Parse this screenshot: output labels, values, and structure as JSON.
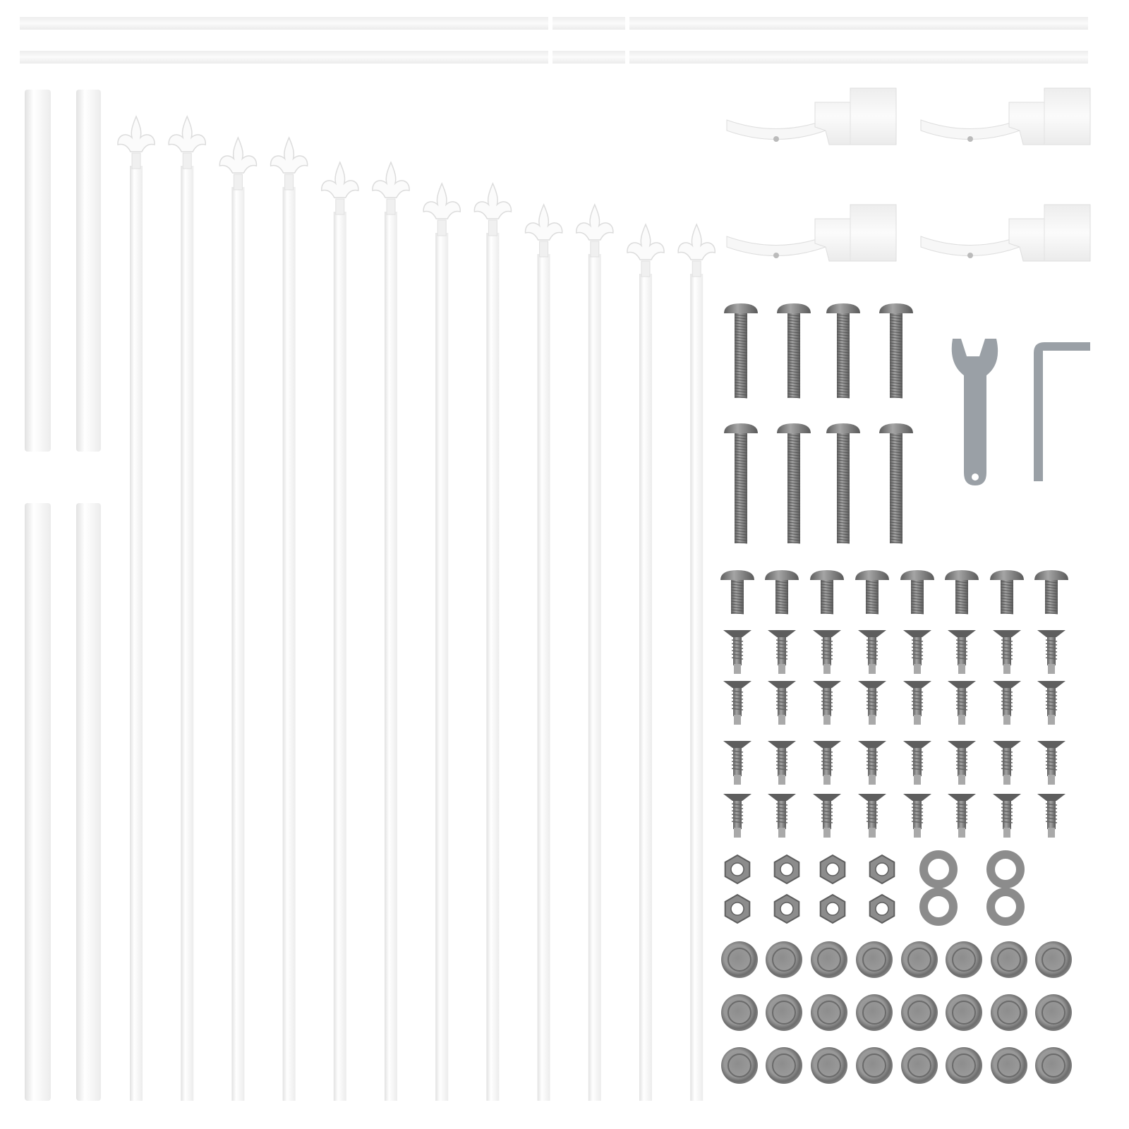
{
  "colors": {
    "background": "#ffffff",
    "white_part": "#fafafa",
    "white_shade": "#e4e4e4",
    "metal": "#8c8c8c",
    "metal_dark": "#5e5e5e",
    "metal_light": "#a9a9a9",
    "tool": "#9aa0a6"
  },
  "parts": [
    "rails",
    "posts",
    "spear-pickets",
    "post-brackets",
    "long-bolts",
    "wrench",
    "allen-key",
    "short-bolts",
    "self-tapping-screws",
    "hex-nuts",
    "washers",
    "post-caps"
  ]
}
